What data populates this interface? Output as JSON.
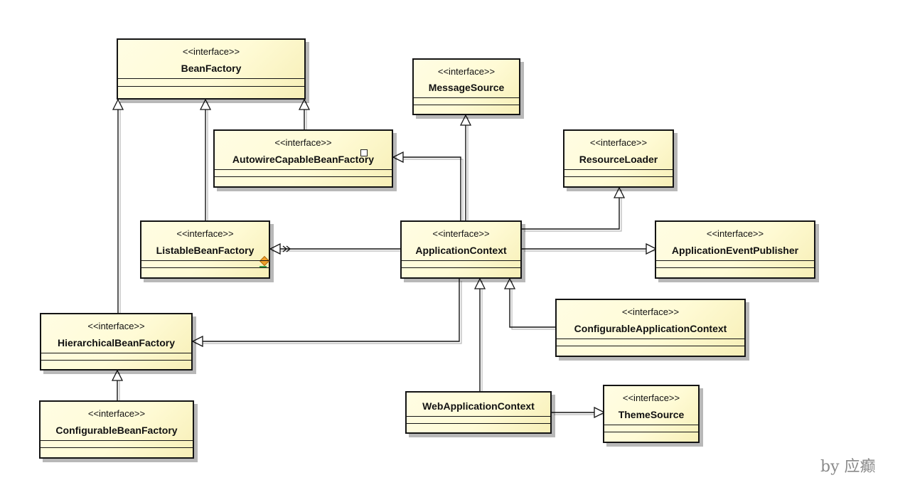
{
  "diagram": {
    "nodes": [
      {
        "id": "beanfactory",
        "stereotype": "<<interface>>",
        "name": "BeanFactory"
      },
      {
        "id": "messagesource",
        "stereotype": "<<interface>>",
        "name": "MessageSource"
      },
      {
        "id": "autowire",
        "stereotype": "<<interface>>",
        "name": "AutowireCapableBeanFactory"
      },
      {
        "id": "resourceloader",
        "stereotype": "<<interface>>",
        "name": "ResourceLoader"
      },
      {
        "id": "listable",
        "stereotype": "<<interface>>",
        "name": "ListableBeanFactory"
      },
      {
        "id": "appcontext",
        "stereotype": "<<interface>>",
        "name": "ApplicationContext"
      },
      {
        "id": "publisher",
        "stereotype": "<<interface>>",
        "name": "ApplicationEventPublisher"
      },
      {
        "id": "hierarchical",
        "stereotype": "<<interface>>",
        "name": "HierarchicalBeanFactory"
      },
      {
        "id": "configurableapp",
        "stereotype": "<<interface>>",
        "name": "ConfigurableApplicationContext"
      },
      {
        "id": "webapp",
        "stereotype": "",
        "name": "WebApplicationContext"
      },
      {
        "id": "themesource",
        "stereotype": "<<interface>>",
        "name": "ThemeSource"
      },
      {
        "id": "configurablebean",
        "stereotype": "<<interface>>",
        "name": "ConfigurableBeanFactory"
      }
    ],
    "relations": [
      {
        "from": "autowire",
        "to": "beanfactory",
        "type": "generalization"
      },
      {
        "from": "listable",
        "to": "beanfactory",
        "type": "generalization"
      },
      {
        "from": "hierarchical",
        "to": "beanfactory",
        "type": "generalization"
      },
      {
        "from": "configurablebean",
        "to": "hierarchical",
        "type": "generalization"
      },
      {
        "from": "appcontext",
        "to": "messagesource",
        "type": "generalization"
      },
      {
        "from": "appcontext",
        "to": "autowire",
        "type": "generalization"
      },
      {
        "from": "appcontext",
        "to": "resourceloader",
        "type": "generalization"
      },
      {
        "from": "appcontext",
        "to": "listable",
        "type": "generalization"
      },
      {
        "from": "appcontext",
        "to": "publisher",
        "type": "generalization"
      },
      {
        "from": "appcontext",
        "to": "hierarchical",
        "type": "generalization"
      },
      {
        "from": "configurableapp",
        "to": "appcontext",
        "type": "generalization"
      },
      {
        "from": "webapp",
        "to": "appcontext",
        "type": "generalization"
      },
      {
        "from": "webapp",
        "to": "themesource",
        "type": "generalization"
      }
    ]
  },
  "credit": "by 应癫",
  "colors": {
    "fill": "#fffbd6",
    "stroke": "#141414",
    "shadow": "#9a9a9a"
  }
}
